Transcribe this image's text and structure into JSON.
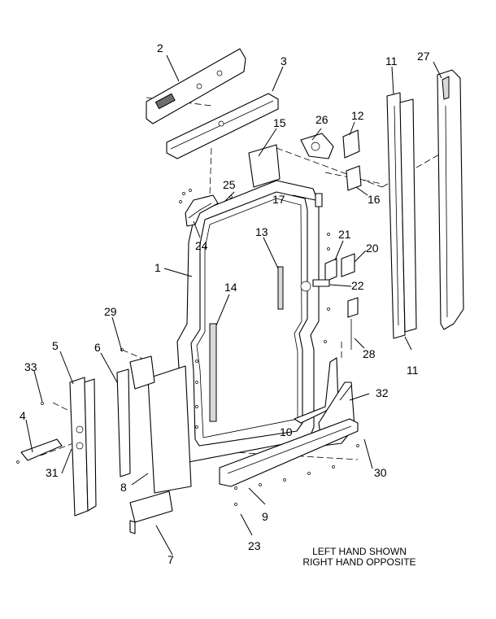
{
  "callouts": [
    {
      "id": "1"
    },
    {
      "id": "2"
    },
    {
      "id": "3"
    },
    {
      "id": "4"
    },
    {
      "id": "5"
    },
    {
      "id": "6"
    },
    {
      "id": "7"
    },
    {
      "id": "8"
    },
    {
      "id": "9"
    },
    {
      "id": "10"
    },
    {
      "id": "11a",
      "label": "11"
    },
    {
      "id": "11b",
      "label": "11"
    },
    {
      "id": "12"
    },
    {
      "id": "13"
    },
    {
      "id": "14"
    },
    {
      "id": "15"
    },
    {
      "id": "16"
    },
    {
      "id": "17"
    },
    {
      "id": "20"
    },
    {
      "id": "21"
    },
    {
      "id": "22"
    },
    {
      "id": "23"
    },
    {
      "id": "24"
    },
    {
      "id": "25"
    },
    {
      "id": "26"
    },
    {
      "id": "27"
    },
    {
      "id": "28"
    },
    {
      "id": "29"
    },
    {
      "id": "30"
    },
    {
      "id": "31"
    },
    {
      "id": "32"
    },
    {
      "id": "33"
    }
  ],
  "labels": {
    "c1": "1",
    "c2": "2",
    "c3": "3",
    "c4": "4",
    "c5": "5",
    "c6": "6",
    "c7": "7",
    "c8": "8",
    "c9": "9",
    "c10": "10",
    "c11a": "11",
    "c11b": "11",
    "c12": "12",
    "c13": "13",
    "c14": "14",
    "c15": "15",
    "c16": "16",
    "c17": "17",
    "c20": "20",
    "c21": "21",
    "c22": "22",
    "c23": "23",
    "c24": "24",
    "c25": "25",
    "c26": "26",
    "c27": "27",
    "c28": "28",
    "c29": "29",
    "c30": "30",
    "c31": "31",
    "c32": "32",
    "c33": "33"
  },
  "note": {
    "line1": "LEFT HAND SHOWN",
    "line2": "RIGHT HAND OPPOSITE"
  }
}
